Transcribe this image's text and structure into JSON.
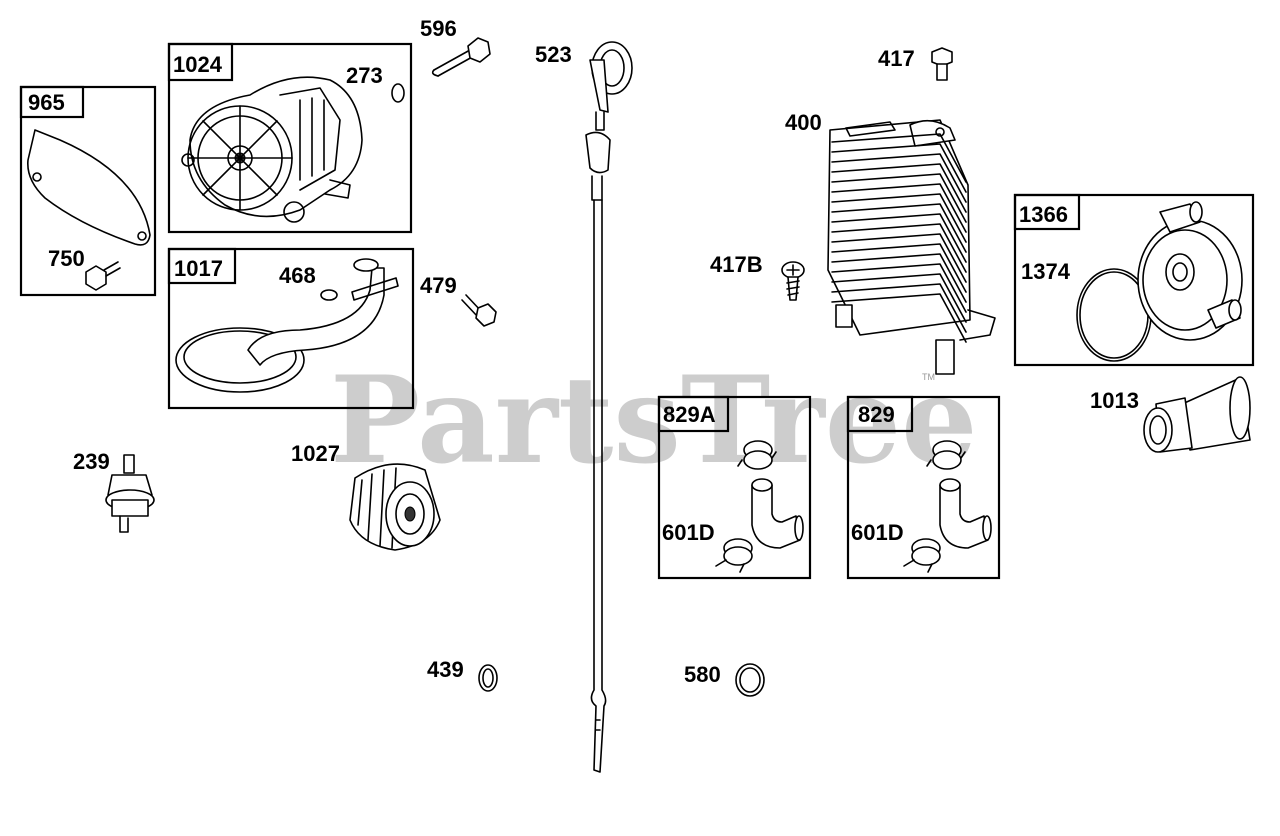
{
  "watermark": "PartsTree",
  "trademark": "TM",
  "labels": {
    "p965": "965",
    "p750": "750",
    "p1024": "1024",
    "p273": "273",
    "p596": "596",
    "p1017": "1017",
    "p468": "468",
    "p479": "479",
    "p239": "239",
    "p1027": "1027",
    "p523": "523",
    "p439": "439",
    "p417": "417",
    "p400": "400",
    "p417B": "417B",
    "p1366": "1366",
    "p1374": "1374",
    "p1013": "1013",
    "p829A": "829A",
    "p829": "829",
    "p601D_a": "601D",
    "p601D_b": "601D",
    "p580": "580"
  }
}
